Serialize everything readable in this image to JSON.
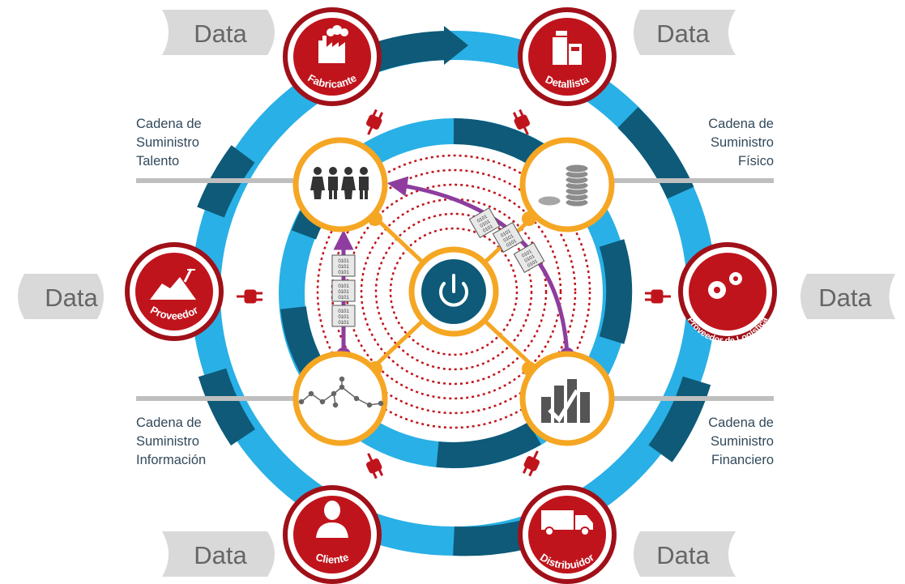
{
  "data_tabs": {
    "top_left": "Data",
    "top_right": "Data",
    "middle_left": "Data",
    "middle_right": "Data",
    "bottom_left": "Data",
    "bottom_right": "Data"
  },
  "outer_nodes": {
    "fabricante": "Fabricante",
    "detallista": "Detallista",
    "proveedor": "Proveedor",
    "proveedor_logistica": "Proveedor de Logística",
    "cliente": "Cliente",
    "distribuidor": "Distribuidor"
  },
  "chain_labels": {
    "talento": [
      "Cadena de",
      "Suministro",
      "Talento"
    ],
    "fisico": [
      "Cadena de",
      "Suministro",
      "Físico"
    ],
    "informacion": [
      "Cadena de",
      "Suministro",
      "Información"
    ],
    "financiero": [
      "Cadena de",
      "Suministro",
      "Financiero"
    ]
  },
  "inner_nodes": [
    "talento-icon",
    "coins-icon",
    "network-graph-icon",
    "bar-chart-check-icon"
  ],
  "center": {
    "icon": "power-icon"
  },
  "data_packet_text": "0101\n0101\n0101",
  "colors": {
    "red": "#c0141c",
    "dark_red": "#a01018",
    "orange": "#f5a623",
    "light_blue": "#29b0e6",
    "dark_teal": "#0e5a78",
    "purple": "#8e3d9e",
    "gray_tab": "#d9d9d9",
    "text_dark": "#33495a"
  }
}
